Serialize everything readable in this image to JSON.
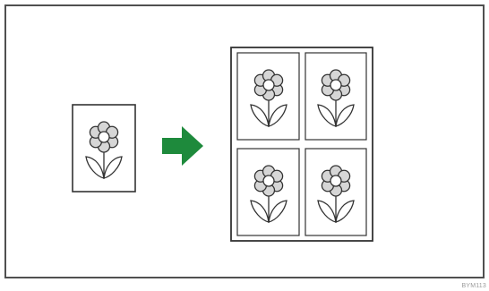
{
  "figure": {
    "code": "BYM113",
    "arrow_color": "#1e8a3c",
    "stroke_color": "#333333",
    "petal_fill": "#d6d6d6",
    "center_fill": "#ffffff"
  },
  "layout": {
    "source_pages": 1,
    "target_grid": {
      "rows": 2,
      "cols": 2
    }
  }
}
